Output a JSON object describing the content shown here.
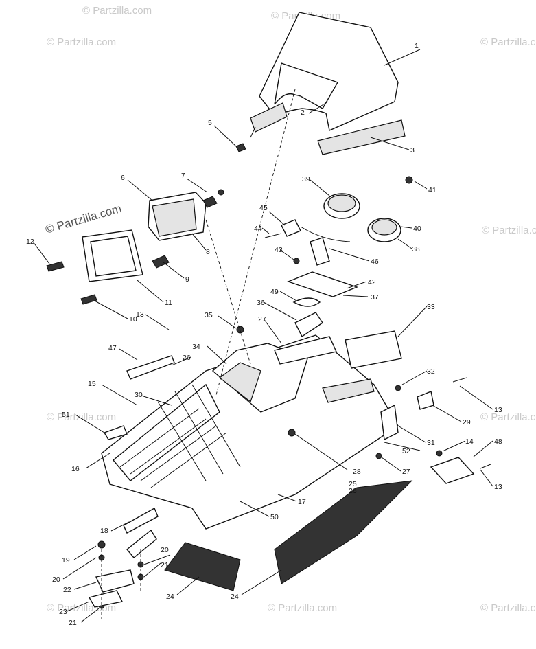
{
  "watermark": {
    "text": "© Partzilla.com",
    "brand_label": "© Partzilla.com"
  },
  "callouts": [
    "1",
    "2",
    "3",
    "5",
    "6",
    "7",
    "8",
    "9",
    "10",
    "11",
    "12",
    "13",
    "13",
    "13",
    "14",
    "15",
    "16",
    "17",
    "18",
    "19",
    "20",
    "20",
    "21",
    "21",
    "22",
    "23",
    "24",
    "24",
    "25",
    "26",
    "26",
    "27",
    "27",
    "28",
    "29",
    "30",
    "31",
    "32",
    "33",
    "34",
    "35",
    "36",
    "37",
    "38",
    "39",
    "40",
    "41",
    "42",
    "43",
    "44",
    "45",
    "46",
    "47",
    "48",
    "49",
    "50",
    "51",
    "52"
  ],
  "accent_colors": {
    "ink": "#111111",
    "watermark": "#c9c9c9",
    "background": "#ffffff"
  }
}
